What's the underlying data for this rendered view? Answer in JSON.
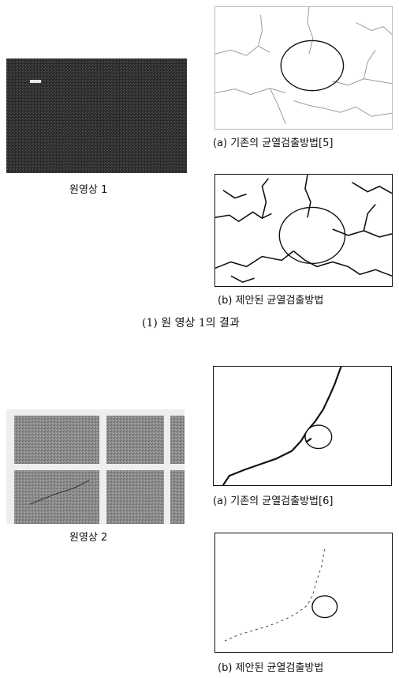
{
  "images": {
    "original_1": {
      "caption": "원영상 1"
    },
    "result_1a": {
      "caption": "(a) 기존의 균열검출방법[5]"
    },
    "result_1b": {
      "caption": "(b) 제안된 균열검출방법"
    },
    "original_2": {
      "caption": "원영상 2"
    },
    "result_2a": {
      "caption": "(a) 기존의 균열검출방법[6]"
    },
    "result_2b": {
      "caption": "(b) 제안된 균열검출방법"
    }
  },
  "section_caption_1": "(1) 원 영상 1의 결과"
}
